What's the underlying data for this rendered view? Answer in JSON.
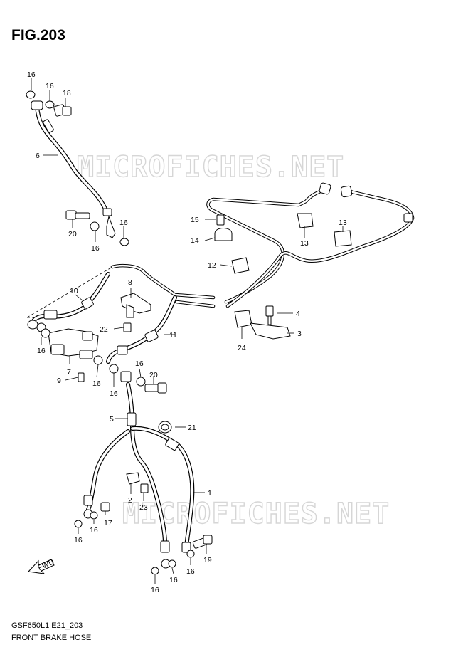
{
  "figure": {
    "title": "FIG.203",
    "model_code": "GSF650L1 E21_203",
    "caption": "FRONT BRAKE HOSE"
  },
  "watermark": {
    "text": "MICROFICHES.NET"
  },
  "fwd_label": "FWD",
  "callouts": {
    "c16a": "16",
    "c16b": "16",
    "c18": "18",
    "c6": "6",
    "c20a": "20",
    "c16c": "16",
    "c16d": "16",
    "c15": "15",
    "c14": "14",
    "c13a": "13",
    "c13b": "13",
    "c12": "12",
    "c10": "10",
    "c8": "8",
    "c4": "4",
    "c3": "3",
    "c22": "22",
    "c11": "11",
    "c24": "24",
    "c16e": "16",
    "c7": "7",
    "c9": "9",
    "c16f": "16",
    "c16g": "16",
    "c16h": "16",
    "c20b": "20",
    "c5": "5",
    "c21": "21",
    "c1": "1",
    "c2": "2",
    "c23": "23",
    "c17": "17",
    "c16i": "16",
    "c16j": "16",
    "c19": "19",
    "c16k": "16",
    "c16l": "16",
    "c16m": "16"
  }
}
